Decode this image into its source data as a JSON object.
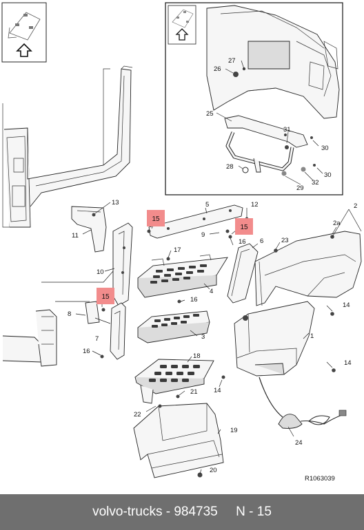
{
  "diagram": {
    "reference_code": "R1063039",
    "callouts": {
      "c1": "1",
      "c2": "2",
      "c2a": "2a",
      "c3": "3",
      "c4": "4",
      "c5": "5",
      "c6": "6",
      "c7": "7",
      "c8": "8",
      "c9": "9",
      "c10": "10",
      "c11": "11",
      "c12": "12",
      "c13": "13",
      "c14a": "14",
      "c14b": "14",
      "c14c": "14",
      "c15a": "15",
      "c15b": "15",
      "c15c": "15",
      "c16a": "16",
      "c16b": "16",
      "c16c": "16",
      "c17": "17",
      "c18": "18",
      "c19": "19",
      "c20": "20",
      "c21": "21",
      "c22": "22",
      "c23": "23",
      "c24": "24",
      "c25": "25",
      "c26": "26",
      "c27": "27",
      "c28": "28",
      "c29": "29",
      "c30a": "30",
      "c30b": "30",
      "c31": "31",
      "c32": "32"
    },
    "highlight_color": "#f28c8c"
  },
  "footer": {
    "brand": "volvo-trucks",
    "separator": " - ",
    "part_number": "984735",
    "page": "N - 15"
  }
}
